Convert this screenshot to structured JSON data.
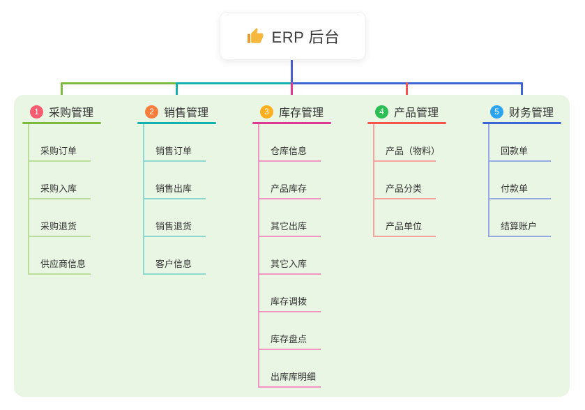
{
  "root": {
    "label": "ERP 后台",
    "icon": "thumbs-up-icon"
  },
  "colors": {
    "trunk": "#4c60cd",
    "panel_bg": "#e9f6e3",
    "root_bg": "#ffffff",
    "node_text": "#333333",
    "thumb_icon": "#f6b83c"
  },
  "branches": [
    {
      "index": "1",
      "label": "采购管理",
      "badge_color": "#f75b6f",
      "line_color": "#7cb93e",
      "light_color": "#b9dc98",
      "items": [
        "采购订单",
        "采购入库",
        "采购退货",
        "供应商信息"
      ]
    },
    {
      "index": "2",
      "label": "销售管理",
      "badge_color": "#f97e3d",
      "line_color": "#12b1ad",
      "light_color": "#8fd8d2",
      "items": [
        "销售订单",
        "销售出库",
        "销售退货",
        "客户信息"
      ]
    },
    {
      "index": "3",
      "label": "库存管理",
      "badge_color": "#ffaf1e",
      "line_color": "#dd3a92",
      "light_color": "#f094c2",
      "items": [
        "仓库信息",
        "产品库存",
        "其它出库",
        "其它入库",
        "库存调拨",
        "库存盘点",
        "出库库明细"
      ]
    },
    {
      "index": "4",
      "label": "产品管理",
      "badge_color": "#2dbd55",
      "line_color": "#f4534e",
      "light_color": "#f9a3a0",
      "items": [
        "产品（物料）",
        "产品分类",
        "产品单位"
      ]
    },
    {
      "index": "5",
      "label": "财务管理",
      "badge_color": "#2aa3f0",
      "line_color": "#3e63d2",
      "light_color": "#97a9e3",
      "items": [
        "回款单",
        "付款单",
        "结算账户"
      ]
    }
  ]
}
